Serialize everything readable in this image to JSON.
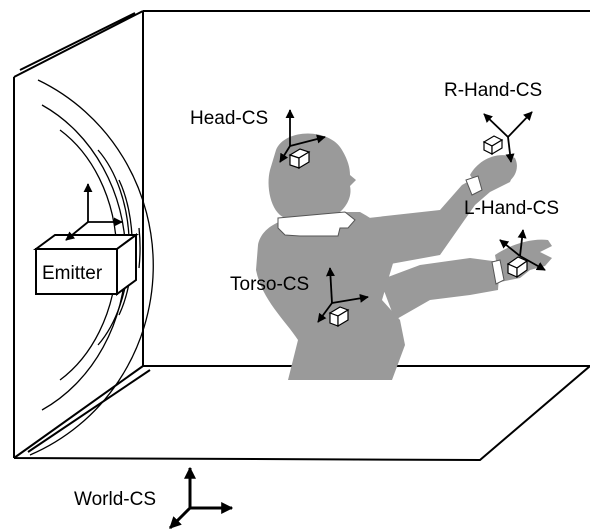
{
  "labels": {
    "emitter": "Emitter",
    "head_cs": "Head-CS",
    "r_hand_cs": "R-Hand-CS",
    "l_hand_cs": "L-Hand-CS",
    "torso_cs": "Torso-CS",
    "world_cs": "World-CS"
  },
  "colors": {
    "figure": "#9a9a9a",
    "lines": "#000000",
    "sensor": "#ffffff",
    "background": "#ffffff"
  }
}
